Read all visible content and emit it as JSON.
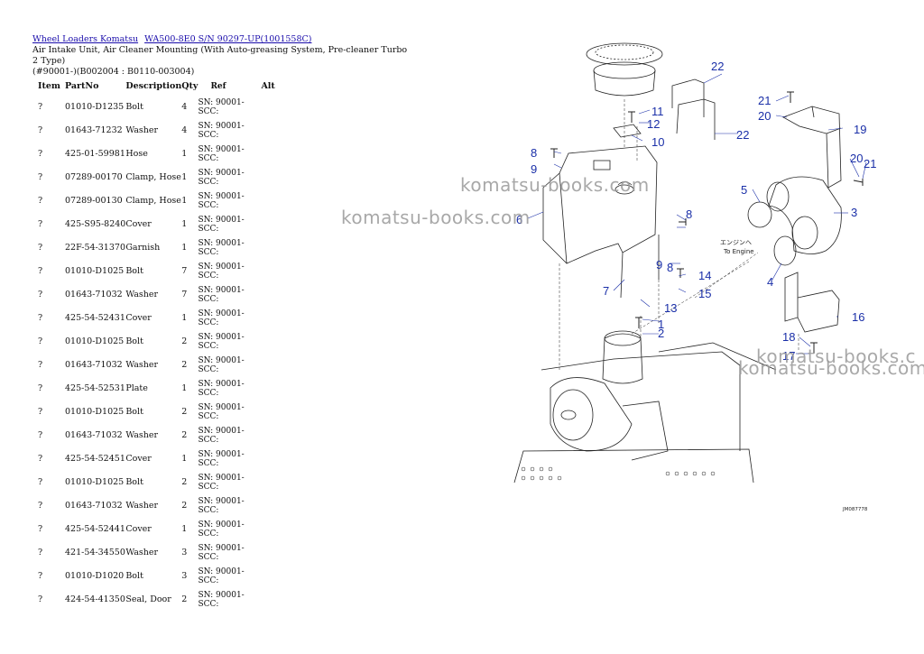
{
  "breadcrumb": {
    "link1": "Wheel Loaders Komatsu",
    "link2": "WA500-8E0 S/N 90297-UP(1001558C)"
  },
  "subtitle": "Air Intake Unit, Air Cleaner Mounting (With Auto-greasing System, Pre-cleaner Turbo 2 Type)",
  "code": "(#90001-)(B002004 : B0110-003004)",
  "table": {
    "headers": {
      "item": "Item",
      "part": "PartNo",
      "desc": "Description",
      "qty": "Qty",
      "ref": "Ref",
      "alt": "Alt"
    },
    "rows": [
      {
        "item": "?",
        "part": "01010-D1235",
        "desc": "Bolt",
        "qty": "4",
        "ref": "SN: 90001-\nSCC:"
      },
      {
        "item": "?",
        "part": "01643-71232",
        "desc": "Washer",
        "qty": "4",
        "ref": "SN: 90001-\nSCC:"
      },
      {
        "item": "?",
        "part": "425-01-59981",
        "desc": "Hose",
        "qty": "1",
        "ref": "SN: 90001-\nSCC:"
      },
      {
        "item": "?",
        "part": "07289-00170",
        "desc": "Clamp, Hose",
        "qty": "1",
        "ref": "SN: 90001-\nSCC:"
      },
      {
        "item": "?",
        "part": "07289-00130",
        "desc": "Clamp, Hose",
        "qty": "1",
        "ref": "SN: 90001-\nSCC:"
      },
      {
        "item": "?",
        "part": "425-S95-8240",
        "desc": "Cover",
        "qty": "1",
        "ref": "SN: 90001-\nSCC:"
      },
      {
        "item": "?",
        "part": "22F-54-31370",
        "desc": "Garnish",
        "qty": "1",
        "ref": "SN: 90001-\nSCC:"
      },
      {
        "item": "?",
        "part": "01010-D1025",
        "desc": "Bolt",
        "qty": "7",
        "ref": "SN: 90001-\nSCC:"
      },
      {
        "item": "?",
        "part": "01643-71032",
        "desc": "Washer",
        "qty": "7",
        "ref": "SN: 90001-\nSCC:"
      },
      {
        "item": "?",
        "part": "425-54-52431",
        "desc": "Cover",
        "qty": "1",
        "ref": "SN: 90001-\nSCC:"
      },
      {
        "item": "?",
        "part": "01010-D1025",
        "desc": "Bolt",
        "qty": "2",
        "ref": "SN: 90001-\nSCC:"
      },
      {
        "item": "?",
        "part": "01643-71032",
        "desc": "Washer",
        "qty": "2",
        "ref": "SN: 90001-\nSCC:"
      },
      {
        "item": "?",
        "part": "425-54-52531",
        "desc": "Plate",
        "qty": "1",
        "ref": "SN: 90001-\nSCC:"
      },
      {
        "item": "?",
        "part": "01010-D1025",
        "desc": "Bolt",
        "qty": "2",
        "ref": "SN: 90001-\nSCC:"
      },
      {
        "item": "?",
        "part": "01643-71032",
        "desc": "Washer",
        "qty": "2",
        "ref": "SN: 90001-\nSCC:"
      },
      {
        "item": "?",
        "part": "425-54-52451",
        "desc": "Cover",
        "qty": "1",
        "ref": "SN: 90001-\nSCC:"
      },
      {
        "item": "?",
        "part": "01010-D1025",
        "desc": "Bolt",
        "qty": "2",
        "ref": "SN: 90001-\nSCC:"
      },
      {
        "item": "?",
        "part": "01643-71032",
        "desc": "Washer",
        "qty": "2",
        "ref": "SN: 90001-\nSCC:"
      },
      {
        "item": "?",
        "part": "425-54-52441",
        "desc": "Cover",
        "qty": "1",
        "ref": "SN: 90001-\nSCC:"
      },
      {
        "item": "?",
        "part": "421-54-34550",
        "desc": "Washer",
        "qty": "3",
        "ref": "SN: 90001-\nSCC:"
      },
      {
        "item": "?",
        "part": "01010-D1020",
        "desc": "Bolt",
        "qty": "3",
        "ref": "SN: 90001-\nSCC:"
      },
      {
        "item": "?",
        "part": "424-54-41350",
        "desc": "Seal, Door",
        "qty": "2",
        "ref": "SN: 90001-\nSCC:"
      }
    ]
  },
  "diagram": {
    "callouts": [
      "1",
      "2",
      "3",
      "4",
      "5",
      "6",
      "7",
      "8",
      "8",
      "9",
      "9",
      "10",
      "11",
      "12",
      "13",
      "14",
      "15",
      "16",
      "17",
      "18",
      "19",
      "20",
      "20",
      "21",
      "21",
      "22",
      "22"
    ],
    "japanese_note": "エンジンへ",
    "english_note": "To Engine",
    "figure_code": "JM087778",
    "callout_color": "#1a2fa8"
  },
  "watermarks": [
    "komatsu-books.com",
    "komatsu-books.com",
    "komatsu-books.c",
    "komatsu-books.com"
  ]
}
